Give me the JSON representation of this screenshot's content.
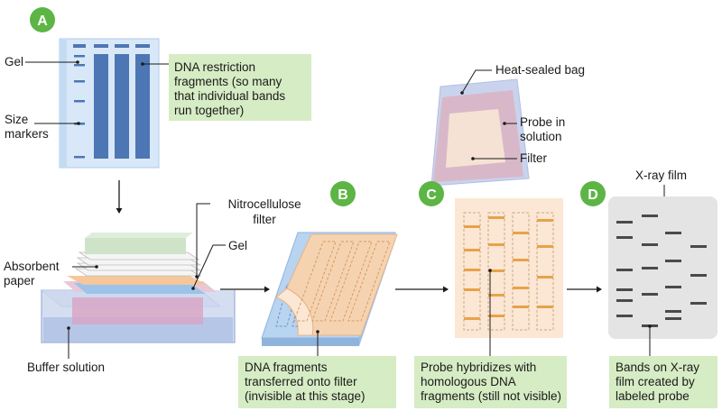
{
  "colors": {
    "badge": "#5cb544",
    "label_box": "#d6ecc4",
    "gel_band": "#4d76b4",
    "gel_body": "#d8e8f8",
    "filter": "#f6d3b0",
    "probe_band": "#e8a24a",
    "xray": "#e4e4e4",
    "xray_band": "#4a4a4a",
    "absorbent_top": "#cfe3c8",
    "pink": "#d98fb7"
  },
  "badges": {
    "a": "A",
    "b": "B",
    "c": "C",
    "d": "D"
  },
  "labels": {
    "gel": "Gel",
    "size_markers": [
      "Size",
      "markers"
    ],
    "dna_restriction": [
      "DNA restriction",
      "fragments (so many",
      "that individual bands",
      "run together)"
    ],
    "heat_sealed_bag": "Heat-sealed bag",
    "probe_in_solution": [
      "Probe in",
      "solution"
    ],
    "filter": "Filter",
    "nitrocellulose": [
      "Nitrocellulose",
      "filter"
    ],
    "gel2": "Gel",
    "absorbent_paper": [
      "Absorbent",
      "paper"
    ],
    "buffer_solution": "Buffer solution",
    "xray_film": "X-ray film",
    "dna_transferred": [
      "DNA fragments",
      "transferred onto filter",
      "(invisible at this stage)"
    ],
    "probe_hybridizes": [
      "Probe hybridizes with",
      "homologous DNA",
      "fragments (still not visible)"
    ],
    "bands_xray": [
      "Bands on X-ray",
      "film created by",
      "labeled probe"
    ]
  }
}
